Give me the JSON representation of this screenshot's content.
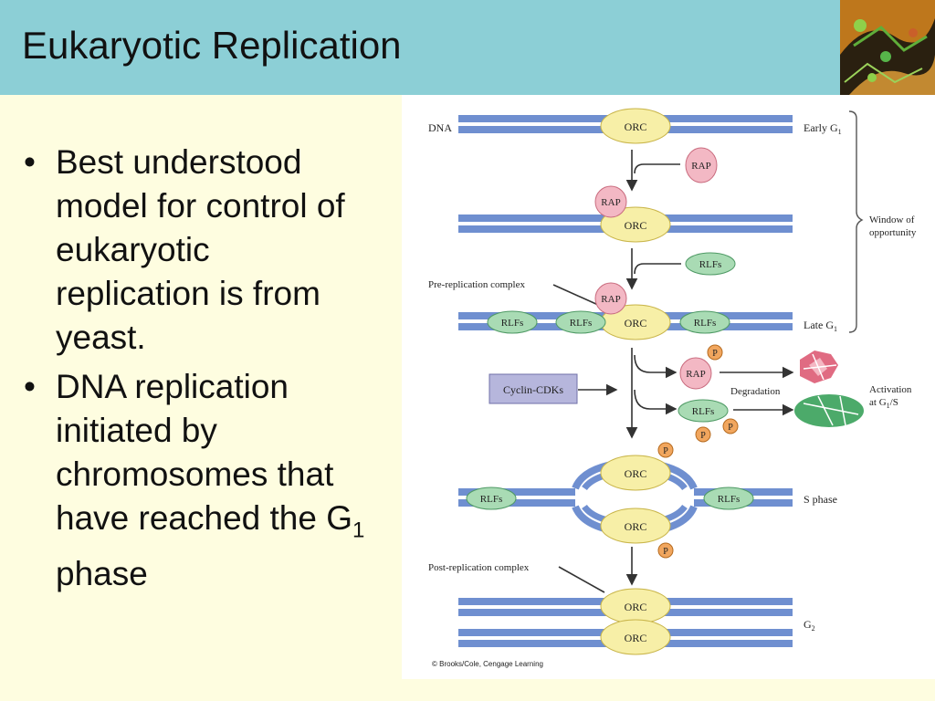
{
  "slide": {
    "title": "Eukaryotic Replication",
    "bullets": [
      {
        "text": "Best understood model for control of eukaryotic replication is from yeast."
      },
      {
        "text": "DNA replication initiated by chromosomes that have reached the ",
        "sub": "1",
        "tail": " phase",
        "lead": "G"
      }
    ]
  },
  "diagram": {
    "label_dna": "DNA",
    "orc": "ORC",
    "rap": "RAP",
    "rlfs": "RLFs",
    "p": "P",
    "early_g1": "Early G",
    "early_g1_sub": "1",
    "late_g1": "Late G",
    "late_g1_sub": "1",
    "window_line1": "Window of",
    "window_line2": "opportunity",
    "pre_replication": "Pre-replication complex",
    "cyclin_cdks": "Cyclin-CDKs",
    "degradation": "Degradation",
    "activation_line1": "Activation",
    "activation_line2a": "at G",
    "activation_sub": "1",
    "activation_line2b": "/S",
    "s_phase": "S phase",
    "post_replication": "Post-replication complex",
    "g2": "G",
    "g2_sub": "2",
    "copyright": "© Brooks/Cole, Cengage Learning"
  },
  "colors": {
    "title_bar": "#8ccfd6",
    "background": "#fefde0",
    "dna": "#6f8fd0",
    "orc": "#f7efa7",
    "rap": "#f3b8c4",
    "rlfs": "#a9dbb4",
    "p": "#f1a65e"
  }
}
